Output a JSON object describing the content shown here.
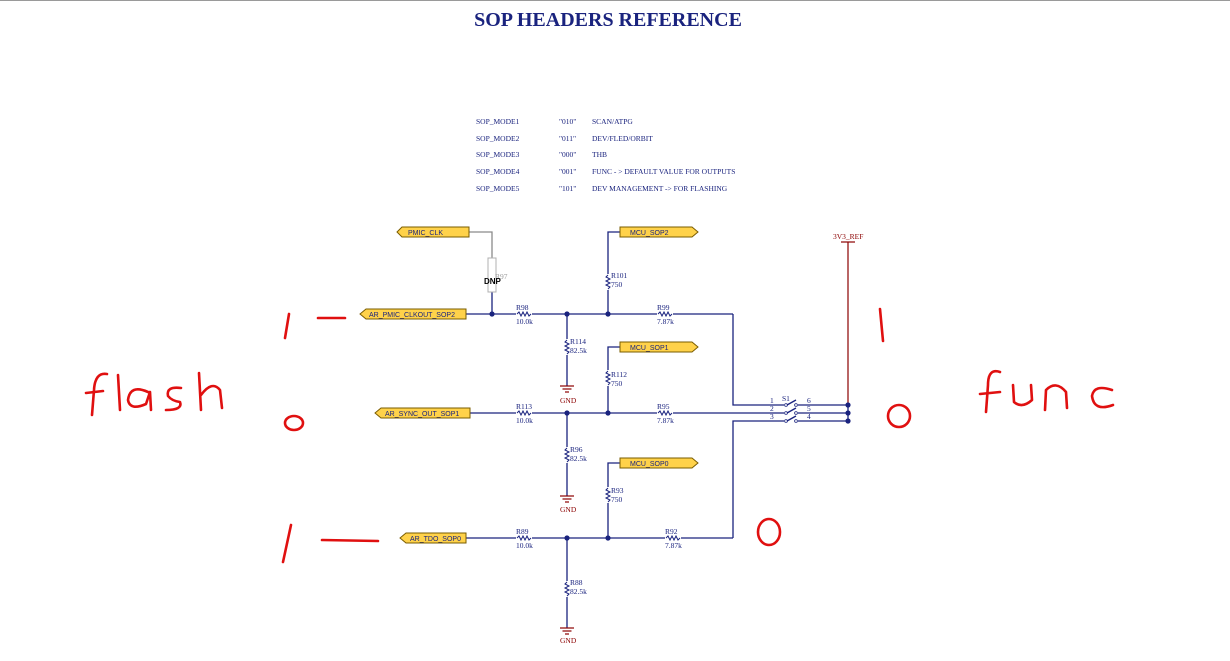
{
  "title": "SOP HEADERS REFERENCE",
  "sop_modes": [
    {
      "name": "SOP_MODE1",
      "code": "\"010\"",
      "desc": "SCAN/ATPG"
    },
    {
      "name": "SOP_MODE2",
      "code": "\"011\"",
      "desc": "DEV/FLED/ORBIT"
    },
    {
      "name": "SOP_MODE3",
      "code": "\"000\"",
      "desc": "THB"
    },
    {
      "name": "SOP_MODE4",
      "code": "\"001\"",
      "desc": "FUNC - > DEFAULT VALUE FOR OUTPUTS"
    },
    {
      "name": "SOP_MODE5",
      "code": "\"101\"",
      "desc": "DEV MANAGEMENT -> FOR FLASHING"
    }
  ],
  "ports": {
    "pmic_clk": "PMIC_CLK",
    "mcu_sop2": "MCU_SOP2",
    "mcu_sop1": "MCU_SOP1",
    "mcu_sop0": "MCU_SOP0",
    "ar_pmic_clkout_sop2": "AR_PMIC_CLKOUT_SOP2",
    "ar_sync_out_sop1": "AR_SYNC_OUT_SOP1",
    "ar_tdo_sop0": "AR_TDO_SOP0"
  },
  "power": {
    "name": "3V3_REF"
  },
  "ground_label": "GND",
  "dnp": {
    "ref": "R97",
    "label": "DNP"
  },
  "resistors": {
    "r98": {
      "ref": "R98",
      "value": "10.0k"
    },
    "r99": {
      "ref": "R99",
      "value": "7.87k"
    },
    "r101": {
      "ref": "R101",
      "value": "750"
    },
    "r114": {
      "ref": "R114",
      "value": "82.5k"
    },
    "r112": {
      "ref": "R112",
      "value": "750"
    },
    "r113": {
      "ref": "R113",
      "value": "10.0k"
    },
    "r95": {
      "ref": "R95",
      "value": "7.87k"
    },
    "r96": {
      "ref": "R96",
      "value": "82.5k"
    },
    "r93": {
      "ref": "R93",
      "value": "750"
    },
    "r89": {
      "ref": "R89",
      "value": "10.0k"
    },
    "r92": {
      "ref": "R92",
      "value": "7.87k"
    },
    "r88": {
      "ref": "R88",
      "value": "82.5k"
    }
  },
  "switch": {
    "ref": "S1",
    "pins": [
      "1",
      "2",
      "3",
      "4",
      "5",
      "6"
    ]
  },
  "annotations": {
    "left_word": "flash",
    "right_word": "func",
    "left_bits": [
      "1",
      "0",
      "1"
    ],
    "right_bits": [
      "1",
      "0",
      "0"
    ]
  },
  "colors": {
    "wire": "#1a237e",
    "power": "#8b0000",
    "flag": "#ffd24a",
    "handwriting": "#e01010",
    "title": "#1a237e"
  }
}
